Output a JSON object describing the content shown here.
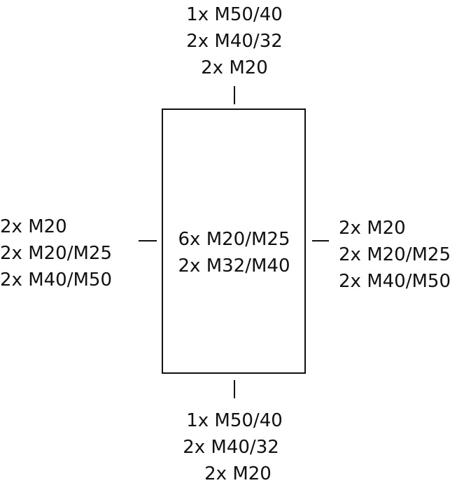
{
  "top": {
    "lines": [
      "1x M50/40",
      "2x M40/32",
      "2x M20"
    ]
  },
  "left": {
    "lines": [
      "2x M20",
      "2x M20/M25",
      "2x M40/M50"
    ]
  },
  "right": {
    "lines": [
      "2x M20",
      "2x M20/M25",
      "2x M40/M50"
    ]
  },
  "center": {
    "lines": [
      "6x M20/M25",
      "2x M32/M40"
    ]
  },
  "bottom": {
    "lines": [
      "1x M50/40",
      "2x M40/32",
      "2x M20"
    ]
  }
}
